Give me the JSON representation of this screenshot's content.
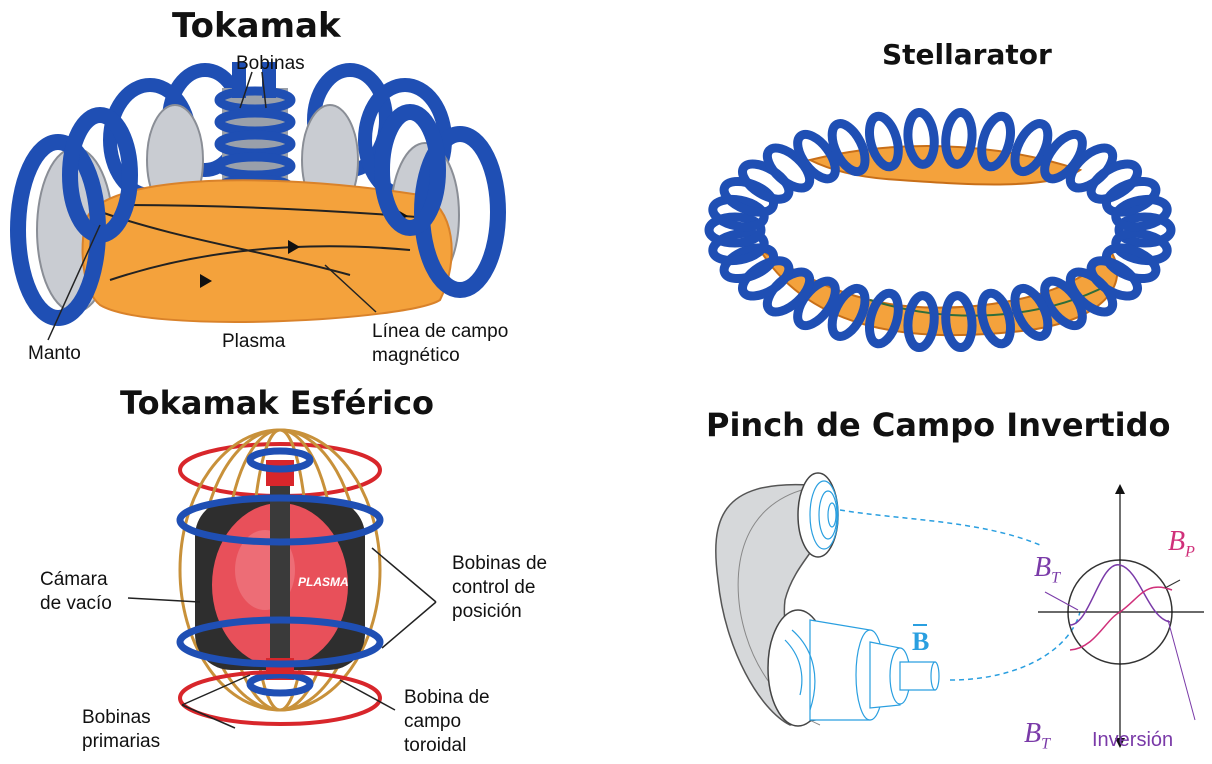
{
  "tokamak": {
    "title": "Tokamak",
    "labels": {
      "coils": "Bobinas",
      "mantle": "Manto",
      "plasma": "Plasma",
      "field_line_1": "Línea de campo",
      "field_line_2": "magnético"
    }
  },
  "stellarator": {
    "title": "Stellarator"
  },
  "spherical_tokamak": {
    "title": "Tokamak Esférico",
    "plasma_text": "PLASMA",
    "labels": {
      "vacuum_chamber_1": "Cámara",
      "vacuum_chamber_2": "de vacío",
      "position_coils_1": "Bobinas de",
      "position_coils_2": "control de",
      "position_coils_3": "posición",
      "primary_coils_1": "Bobinas",
      "primary_coils_2": "primarias",
      "toroidal_coil_1": "Bobina de",
      "toroidal_coil_2": "campo",
      "toroidal_coil_3": "toroidal"
    }
  },
  "rfp": {
    "title": "Pinch de Campo Invertido",
    "labels": {
      "b_vector": "B",
      "bt_top": "B",
      "bt_top_sub": "T",
      "bp": "B",
      "bp_sub": "P",
      "bt_bottom": "B",
      "bt_bottom_sub": "T",
      "inversion": "Inversión"
    }
  },
  "colors": {
    "coil_blue": "#1f4fb4",
    "plasma_orange": "#f4a23c",
    "red_coil": "#d8262b",
    "chamber_dark": "#2e2e2e",
    "plasma_pink": "#e8505a",
    "cyan_field": "#2a9fe0",
    "purple_label": "#7a3aa8",
    "magenta": "#d0307a"
  }
}
